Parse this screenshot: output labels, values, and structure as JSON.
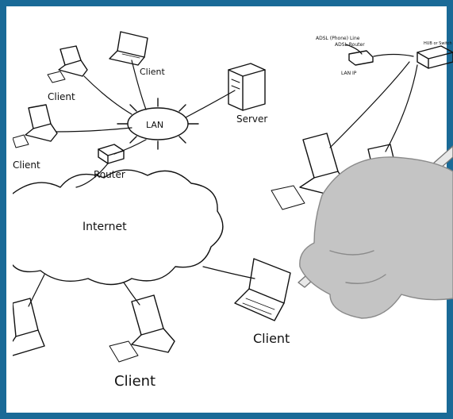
{
  "labels": {
    "lan": "LAN",
    "server": "Server",
    "router": "Router",
    "internet": "Internet",
    "client": "Client",
    "adsl_line": "ADSL (Phone) Line",
    "adsl_router": "ADSL Router",
    "lan_ip": "LAN IP",
    "hub": "HUB or Switch"
  },
  "colors": {
    "frame": "#1a6a97",
    "paper": "#ffffff",
    "ink": "#111111",
    "skin": "#bdbdbd"
  },
  "icons": [
    "desktop-icon",
    "laptop-icon",
    "server-icon",
    "router-icon",
    "cloud-icon",
    "hub-icon",
    "hand-with-pen"
  ]
}
